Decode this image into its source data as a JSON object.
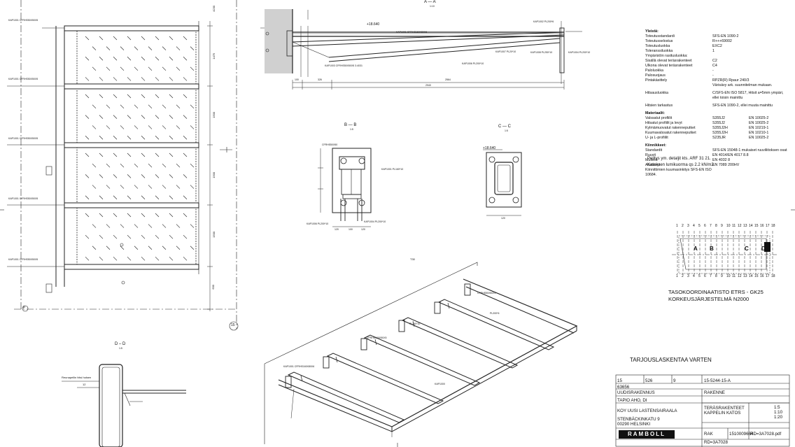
{
  "sheet": {
    "section_aa_title": "A — A",
    "section_bb_title": "B — B",
    "section_cc_title": "C — C",
    "section_dd_title": "D – D",
    "section_scale": "1:5",
    "section_aa_scale": "1:10",
    "plan_labels": {
      "row_labels": [
        "KAP1001 CFRHS50X50X5",
        "KAP1001 CFRHS50X50X5",
        "KAP1001 CFRHS50X50X5",
        "KAP1001 CFRHS50X50X5",
        "KAP1001 CFRHS50X50X5"
      ],
      "grid_p": "P",
      "grid_15": "15",
      "dims": [
        "4230",
        "1475",
        "1500",
        "1500",
        "1500",
        "1500",
        "600"
      ]
    },
    "aa_labels": {
      "level": "+18.640",
      "beam1": "KAP1001 CFRHS160X80X6",
      "beam2": "KAP1003 CFRHS50X50X5 3.4031",
      "beam3": "KAP1004 PL200*10",
      "plate1": "KAP1002 PL200*6",
      "plate2": "KAP1008 PL250*10",
      "plate3": "KAP1007 PL20*10",
      "plate4": "KAP1006 PL200*10",
      "dims": [
        "100",
        "326",
        "2564",
        "2940"
      ]
    },
    "bb_labels": [
      "CFRHS50X50",
      "KAP1001 PL160*10",
      "KAP1006 PL200*10",
      "KAP1004 PL200*10",
      "120",
      "100",
      "120"
    ],
    "cc_labels": {
      "level": "+18.640",
      "dim": "120"
    },
    "dd_labels": {
      "note": "Reunapellin hitsi holsen",
      "dim": "12"
    },
    "iso_labels": [
      "T30",
      "CFRHS50X50X5",
      "PL200*10",
      "PL200*6",
      "CFRHS100X50X5",
      "KAP1001 CFRHS160X80X6",
      "KAP1000"
    ],
    "grid_numbers": [
      "1",
      "2",
      "3",
      "4",
      "5",
      "6",
      "7",
      "8",
      "9",
      "10",
      "11",
      "12",
      "13",
      "14",
      "15",
      "16",
      "17",
      "18"
    ],
    "grid_letters": [
      "A",
      "B",
      "C",
      "D"
    ],
    "coord_note_1": "TASOKOORDINAATISTO ETRS - GK25",
    "coord_note_2": "KORKEUSJÄRJESTELMÄ N2000",
    "tender_note": "TARJOUSLASKENTAA VARTEN",
    "painting_note_1": "Pelitys ym. detaljit kts. ARF 31 21.",
    "painting_note_2": "Katoksen lumikuorma qs 2.2 kN/m2."
  },
  "notes": {
    "general_heading": "Yleistä:",
    "general": [
      [
        "Toteutusstandardi",
        "SFS-EN 1090-2"
      ],
      [
        "Toteutusselostus",
        "R+++69002"
      ],
      [
        "Toteutusluokka",
        "EXC2"
      ],
      [
        "Toleranssiluokka",
        "1"
      ],
      [
        "Ympäristön rasitusluokka:",
        ""
      ],
      [
        "  Sisällä olevat teräsrakenteet",
        "C2"
      ],
      [
        "  Ulkona olevat teräsrakenteet",
        "C4"
      ],
      [
        "Paloluokka",
        "-"
      ],
      [
        "Palosuojaus",
        "-"
      ],
      [
        "Pintakäsittely",
        "RPZR(R) Rpaur 240/3"
      ],
      [
        "",
        "Värisävy ark. suunnitelman mukaan."
      ]
    ],
    "weld_class": [
      "Hitsausluokka",
      "C/SFS-EN ISO 5817, Hitsit a=5mm ympäri, ellei toisin mainittu"
    ],
    "weld_check": [
      "Hitsien tarkastus",
      "SFS-EN 1090-2, ellei muuta mainittu"
    ],
    "materials_heading": "Materiaalit:",
    "materials": [
      [
        "Valssatut profiilit",
        "S355J2",
        "EN 10025-2"
      ],
      [
        "Hitsatut profiilit ja levyt",
        "S355J2",
        "EN 10025-2"
      ],
      [
        "Kylmämuovatut rakenneputket",
        "S355J2H",
        "EN 10219-1"
      ],
      [
        "Kuumavalssatut rakenneputket",
        "S355J2H",
        "EN 10210-1"
      ],
      [
        "U- ja L-profiilit",
        "S235JR",
        "EN 10025-2"
      ]
    ],
    "fasteners_heading": "Kiinnikkeet:",
    "fasteners": [
      [
        "Standardit",
        "SFS-EN 15048-1 mukaiset ruuviliitoksen osat"
      ],
      [
        "Ruuvit",
        "EN 4014/EN 4017    8.8"
      ],
      [
        "Mutterit",
        "EN 4032    8"
      ],
      [
        "Aluslevyt",
        "EN 7089    200HV"
      ],
      [
        "Kiinnittimien kuumasinkitys SFS-EN ISO 10684.",
        ""
      ]
    ]
  },
  "title_block": {
    "project_no": "15",
    "sheet_no": "526",
    "rev": "9",
    "drawing_code": "15-5244-15-A",
    "site_no": "63656",
    "work_type": "UUDISRAKENNUS",
    "designer_role": "RAKENNE",
    "designer": "TAPIO AHO, DI",
    "client": "KOY UUSI LASTENSAIRAALA",
    "address_1": "STENBÄCKINKATU 9",
    "address_2": "00290 HELSINKI",
    "content_1": "TERÄSRAKENTEET",
    "content_2": "KAPPELIN KATOS",
    "scales": [
      "1:5",
      "1:10",
      "1:20"
    ],
    "logo": "RAMBOLL",
    "dept": "RAK",
    "job_no": "1510009664",
    "file": "RD=3A7028.pdf",
    "drawing_no": "RD=3A7028"
  }
}
